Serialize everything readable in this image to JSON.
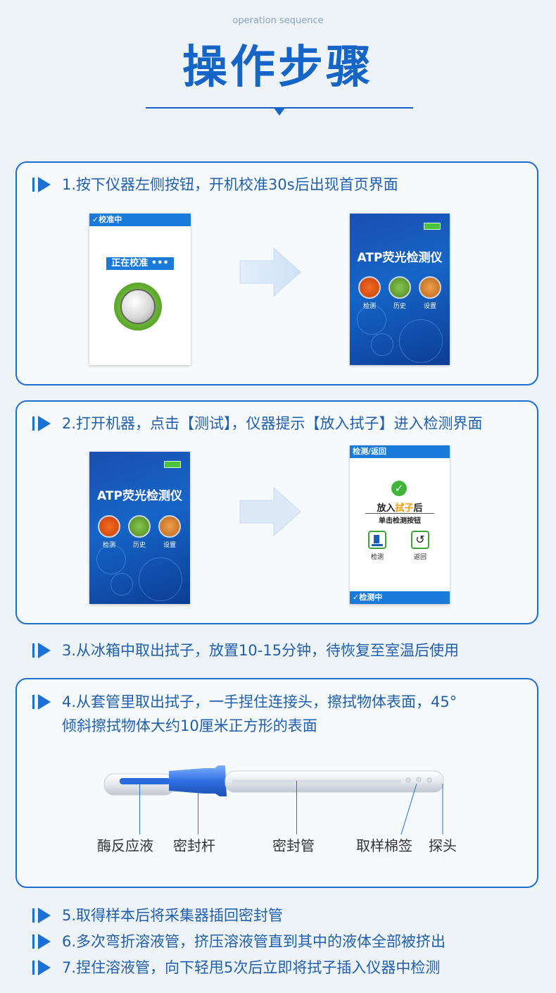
{
  "header": {
    "subtitle": "operation sequence",
    "title": "操作步骤"
  },
  "colors": {
    "accent": "#1565c8",
    "panel_border": "#1f6fd0",
    "highlight": "#f39c12"
  },
  "steps": {
    "s1": "1.按下仪器左侧按钮，开机校准30s后出现首页界面",
    "s2": "2.打开机器，点击【测试】，仪器提示【放入拭子】进入检测界面",
    "s3": "3.从冰箱中取出拭子，放置10-15分钟，待恢复至室温后使用",
    "s4_line1": "4.从套管里取出拭子，一手捏住连接头，擦拭物体表面，45°",
    "s4_line2": "倾斜擦拭物体大约10厘米正方形的表面",
    "s5": "5.取得样本后将采集器插回密封管",
    "s6": "6.多次弯折溶液管，挤压溶液管直到其中的液体全部被挤出",
    "s7": "7.捏住溶液管，向下轻甩5次后立即将拭子插入仪器中检测"
  },
  "calibrating_screen": {
    "topbar": "✓校准中",
    "status": "正在校准 •••"
  },
  "home_screen": {
    "title": "ATP荧光检测仪",
    "btn_test": "检测",
    "btn_history": "历史",
    "btn_settings": "设置"
  },
  "detect_screen": {
    "topbar": "检测/返回",
    "prompt_pre": "放入",
    "prompt_highlight": "拭子",
    "prompt_post": "后",
    "hint": "单击检测按钮",
    "btn_test": "检测",
    "btn_back": "返回",
    "bottombar": "✓检测中"
  },
  "swab_labels": {
    "enzyme": "酶反应液",
    "seal_rod": "密封杆",
    "seal_tube": "密封管",
    "cotton": "取样棉签",
    "probe": "探头"
  }
}
